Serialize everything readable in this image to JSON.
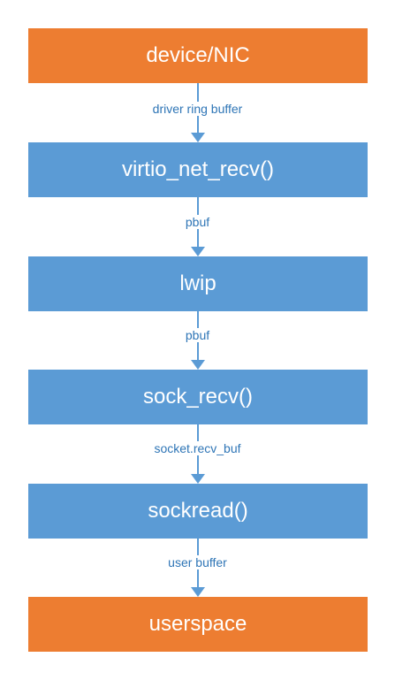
{
  "nodes": [
    {
      "label": "device/NIC",
      "color": "#ed7d31"
    },
    {
      "label": "virtio_net_recv()",
      "color": "#5b9bd5"
    },
    {
      "label": "lwip",
      "color": "#5b9bd5"
    },
    {
      "label": "sock_recv()",
      "color": "#5b9bd5"
    },
    {
      "label": "sockread()",
      "color": "#5b9bd5"
    },
    {
      "label": "userspace",
      "color": "#ed7d31"
    }
  ],
  "edges": [
    {
      "label": "driver ring buffer"
    },
    {
      "label": "pbuf"
    },
    {
      "label": "pbuf"
    },
    {
      "label": "socket.recv_buf"
    },
    {
      "label": "user buffer"
    }
  ],
  "colors": {
    "orange": "#ed7d31",
    "blue": "#5b9bd5",
    "label_text": "#2e75b6"
  }
}
